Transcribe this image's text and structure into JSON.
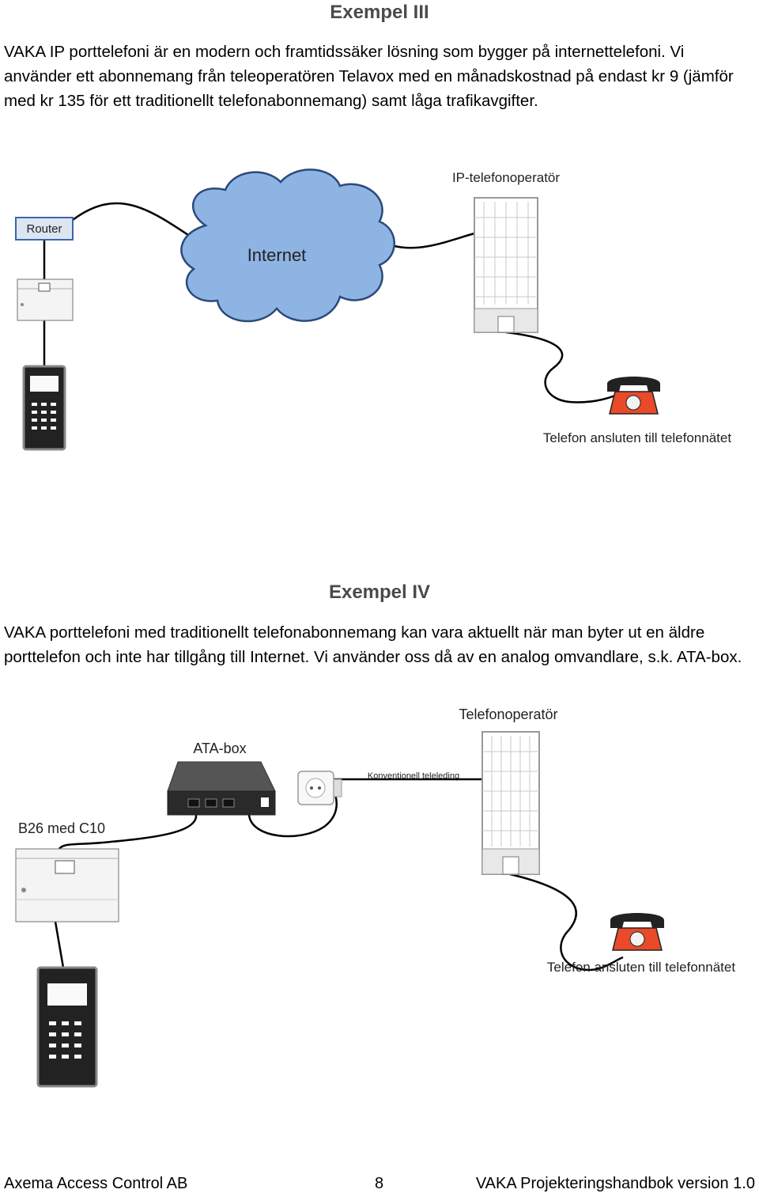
{
  "example3": {
    "heading": "Exempel III",
    "paragraph": "VAKA IP porttelefoni är en modern och framtidssäker lösning som bygger på internettelefoni. Vi använder ett abonnemang från teleoperatören Telavox med en månadskostnad på endast kr 9 (jämför med kr 135 för ett traditionellt telefonabonnemang) samt låga trafikavgifter.",
    "diagram": {
      "router_label": "Router",
      "cloud_label": "Internet",
      "operator_label": "IP-telefonoperatör",
      "phone_label": "Telefon ansluten till telefonnätet"
    }
  },
  "example4": {
    "heading": "Exempel IV",
    "paragraph": "VAKA porttelefoni med traditionellt telefonabonnemang kan vara aktuellt när man byter ut en äldre porttelefon och inte har tillgång till Internet. Vi använder oss då av en analog omvandlare, s.k. ATA-box.",
    "diagram": {
      "ata_label": "ATA-box",
      "operator_label": "Telefonoperatör",
      "line_label": "Konventionell teleleding",
      "controller_label": "B26 med C10",
      "phone_label": "Telefon ansluten till telefonnätet"
    }
  },
  "footer": {
    "company": "Axema Access Control AB",
    "page_number": "8",
    "document_title": "VAKA Projekteringshandbok version 1.0"
  }
}
